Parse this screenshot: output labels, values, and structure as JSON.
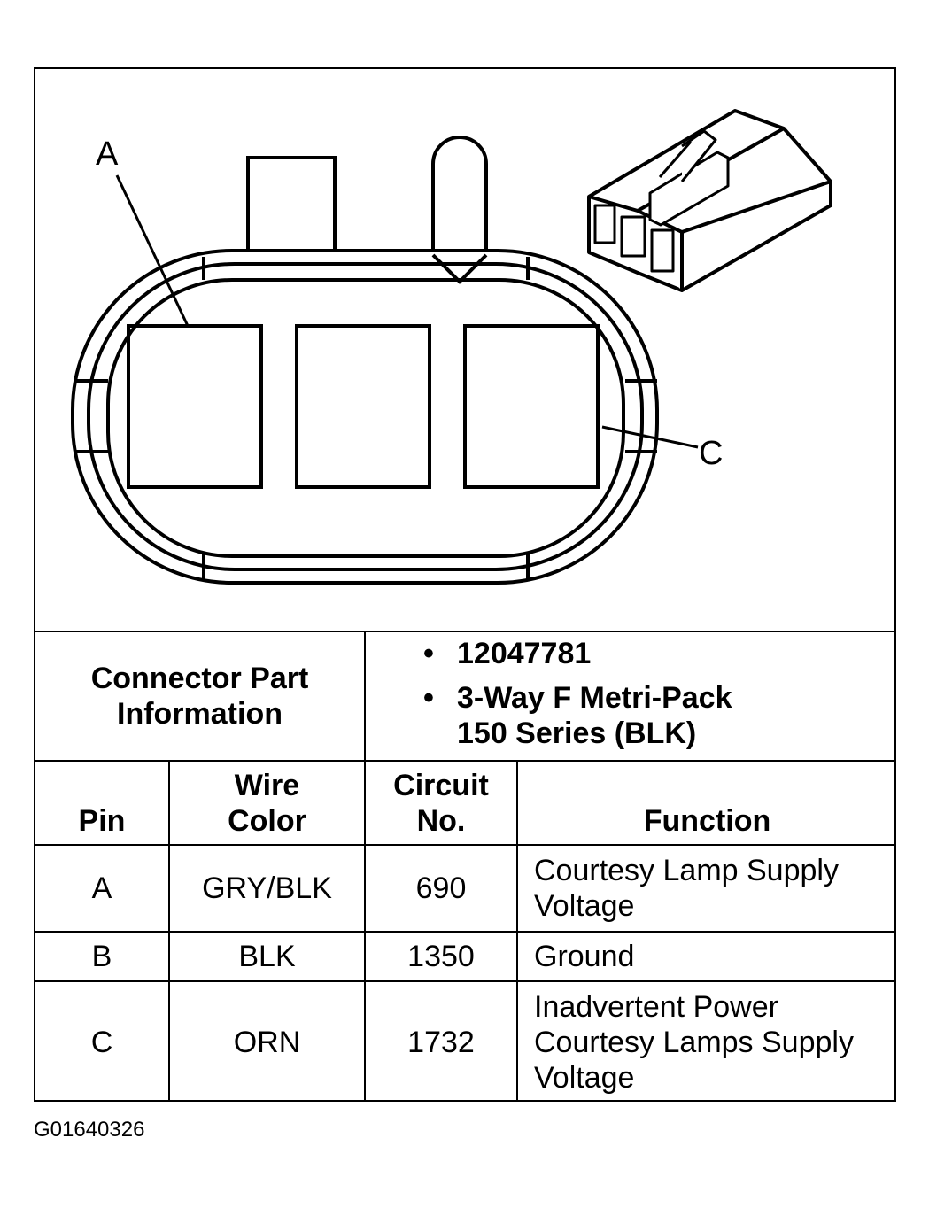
{
  "diagram": {
    "label_a": "A",
    "label_c": "C"
  },
  "part_info": {
    "label": "Connector Part\nInformation",
    "bullets": [
      "12047781",
      "3-Way F Metri-Pack\n150 Series (BLK)"
    ]
  },
  "table": {
    "headers": [
      "Pin",
      "Wire\nColor",
      "Circuit\nNo.",
      "Function"
    ],
    "rows": [
      {
        "pin": "A",
        "wire_color": "GRY/BLK",
        "circuit": "690",
        "function": "Courtesy Lamp Supply\nVoltage"
      },
      {
        "pin": "B",
        "wire_color": "BLK",
        "circuit": "1350",
        "function": "Ground"
      },
      {
        "pin": "C",
        "wire_color": "ORN",
        "circuit": "1732",
        "function": "Inadvertent Power\nCourtesy Lamps Supply\nVoltage"
      }
    ]
  },
  "figure_id": "G01640326"
}
